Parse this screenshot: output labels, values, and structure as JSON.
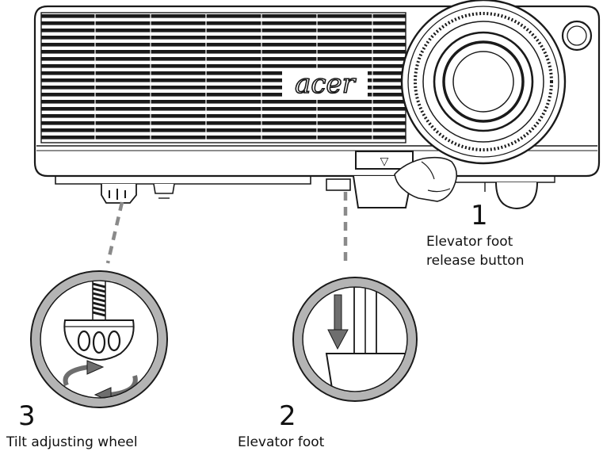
{
  "brand": {
    "logo_text": "acer"
  },
  "button": {
    "arrow_glyph": "▽"
  },
  "callouts": [
    {
      "number": "1",
      "caption_line1": "Elevator foot",
      "caption_line2": "release button"
    },
    {
      "number": "2",
      "caption": "Elevator foot"
    },
    {
      "number": "3",
      "caption": "Tilt adjusting wheel"
    }
  ],
  "colors": {
    "outline": "#1a1a1a",
    "leader_gray": "#8a8a8a",
    "arrow_gray": "#6e6e6e",
    "ring_gray": "#b4b4b4"
  }
}
